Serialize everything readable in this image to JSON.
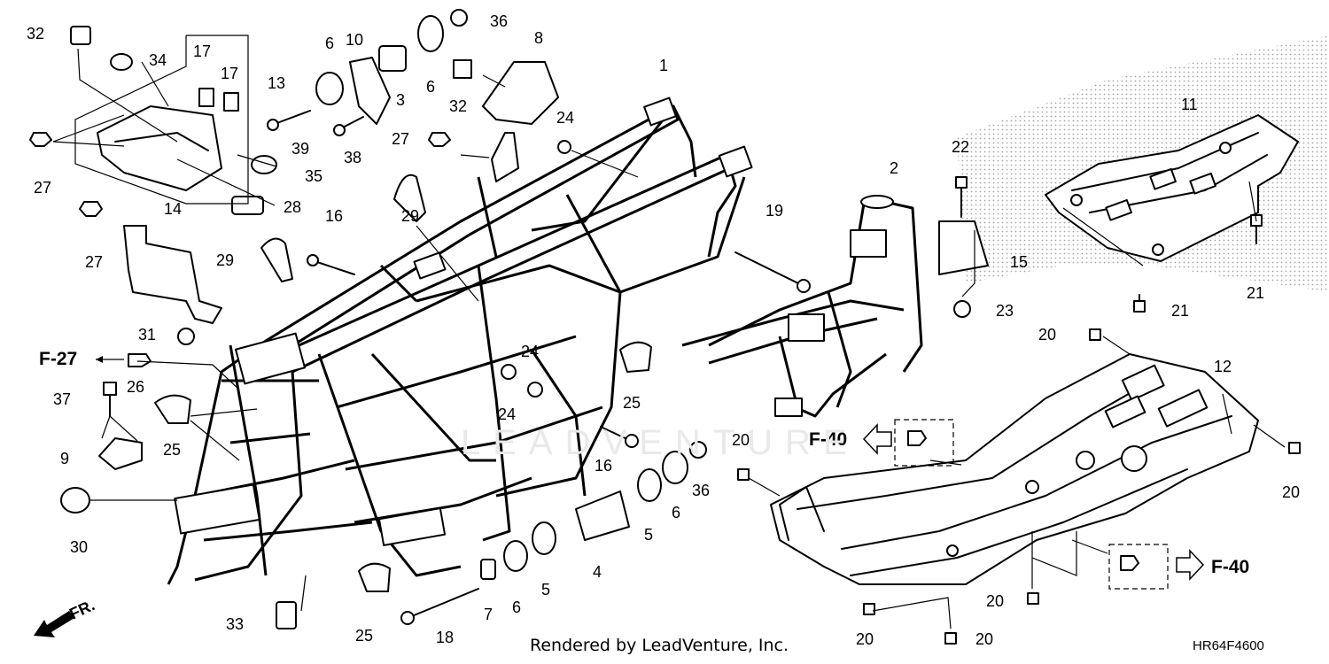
{
  "callouts": [
    {
      "id": "c32a",
      "text": "32"
    },
    {
      "id": "c34",
      "text": "34"
    },
    {
      "id": "c17a",
      "text": "17"
    },
    {
      "id": "c17b",
      "text": "17"
    },
    {
      "id": "c13",
      "text": "13"
    },
    {
      "id": "c6a",
      "text": "6"
    },
    {
      "id": "c10",
      "text": "10"
    },
    {
      "id": "c3",
      "text": "3"
    },
    {
      "id": "c6b",
      "text": "6"
    },
    {
      "id": "c36a",
      "text": "36"
    },
    {
      "id": "c8",
      "text": "8"
    },
    {
      "id": "c32b",
      "text": "32"
    },
    {
      "id": "c1",
      "text": "1"
    },
    {
      "id": "c11",
      "text": "11"
    },
    {
      "id": "c27a",
      "text": "27"
    },
    {
      "id": "c39",
      "text": "39"
    },
    {
      "id": "c38",
      "text": "38"
    },
    {
      "id": "c27b",
      "text": "27"
    },
    {
      "id": "c24a",
      "text": "24"
    },
    {
      "id": "c35",
      "text": "35"
    },
    {
      "id": "c22",
      "text": "22"
    },
    {
      "id": "c2",
      "text": "2"
    },
    {
      "id": "c28",
      "text": "28"
    },
    {
      "id": "c27c",
      "text": "27"
    },
    {
      "id": "c14",
      "text": "14"
    },
    {
      "id": "c29a",
      "text": "29"
    },
    {
      "id": "c16a",
      "text": "16"
    },
    {
      "id": "c29b",
      "text": "29"
    },
    {
      "id": "c19",
      "text": "19"
    },
    {
      "id": "c15",
      "text": "15"
    },
    {
      "id": "c21a",
      "text": "21"
    },
    {
      "id": "c21b",
      "text": "21"
    },
    {
      "id": "c23",
      "text": "23"
    },
    {
      "id": "c31",
      "text": "31"
    },
    {
      "id": "c20a",
      "text": "20"
    },
    {
      "id": "c12",
      "text": "12"
    },
    {
      "id": "c26",
      "text": "26"
    },
    {
      "id": "c24b",
      "text": "24"
    },
    {
      "id": "c37",
      "text": "37"
    },
    {
      "id": "c24c",
      "text": "24"
    },
    {
      "id": "c25a",
      "text": "25"
    },
    {
      "id": "c25b",
      "text": "25"
    },
    {
      "id": "c9",
      "text": "9"
    },
    {
      "id": "c20b",
      "text": "20"
    },
    {
      "id": "c16b",
      "text": "16"
    },
    {
      "id": "c36b",
      "text": "36"
    },
    {
      "id": "c20c",
      "text": "20"
    },
    {
      "id": "c30",
      "text": "30"
    },
    {
      "id": "c6c",
      "text": "6"
    },
    {
      "id": "c5a",
      "text": "5"
    },
    {
      "id": "c4",
      "text": "4"
    },
    {
      "id": "c5b",
      "text": "5"
    },
    {
      "id": "c6d",
      "text": "6"
    },
    {
      "id": "c7",
      "text": "7"
    },
    {
      "id": "c18",
      "text": "18"
    },
    {
      "id": "c25c",
      "text": "25"
    },
    {
      "id": "c33",
      "text": "33"
    },
    {
      "id": "c20d",
      "text": "20"
    },
    {
      "id": "c20e",
      "text": "20"
    },
    {
      "id": "c20f",
      "text": "20"
    }
  ],
  "references": {
    "f27": "F-27",
    "f40_upper": "F-40",
    "f40_lower": "F-40"
  },
  "direction_label": "FR.",
  "watermark": "LEADVENTURE",
  "credit": "Rendered by LeadVenture, Inc.",
  "diagram_code": "HR64F4600"
}
